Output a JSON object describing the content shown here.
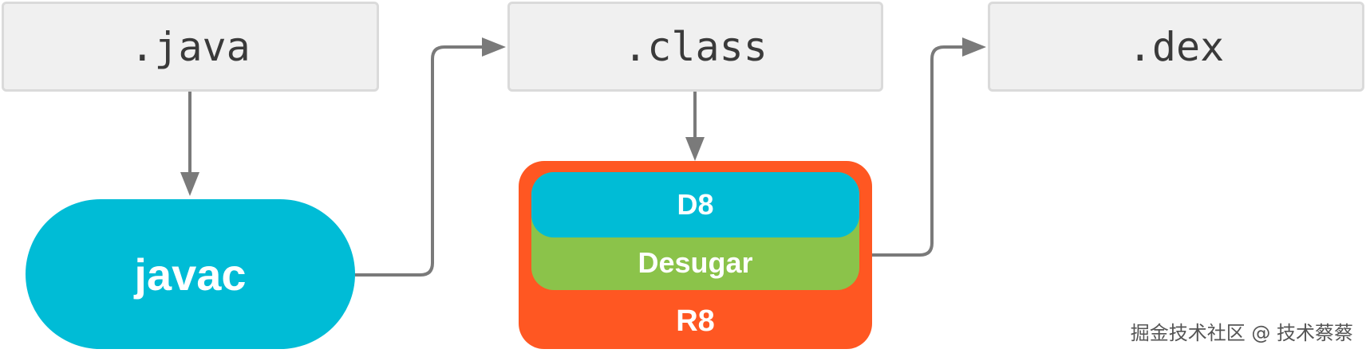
{
  "files": {
    "java": ".java",
    "class": ".class",
    "dex": ".dex"
  },
  "tools": {
    "javac": "javac",
    "d8": "D8",
    "desugar": "Desugar",
    "r8": "R8"
  },
  "watermark": "掘金技术社区 @ 技术蔡蔡",
  "colors": {
    "file_box_fill": "#f0f0f0",
    "file_box_border": "#dadada",
    "javac": "#00bcd6",
    "d8": "#00bcd6",
    "desugar": "#8bc34a",
    "r8": "#ff5722",
    "arrow": "#7a7a7a"
  }
}
